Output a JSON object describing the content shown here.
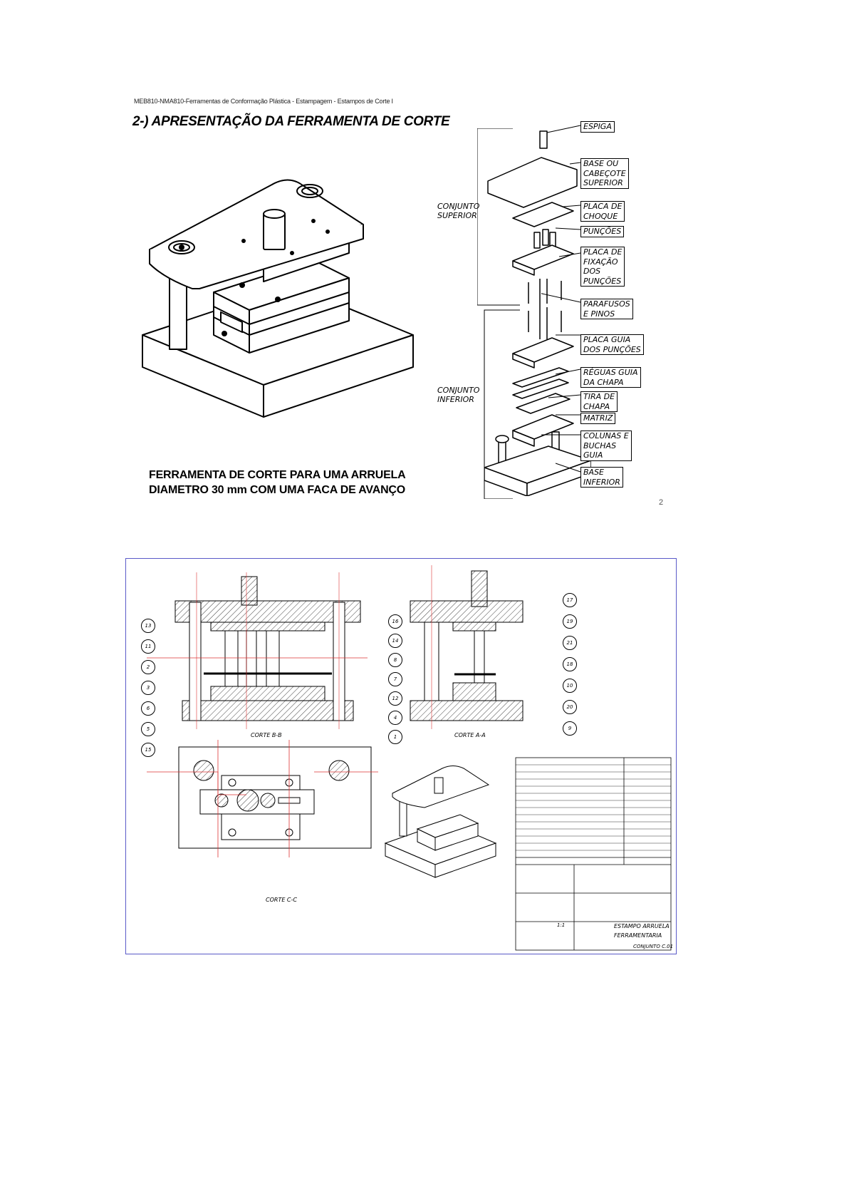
{
  "header": "MEB810-NMA810-Ferramentas de Conformação Plástica - Estampagem - Estampos de Corte I",
  "title": "2-) APRESENTAÇÃO DA FERRAMENTA DE CORTE",
  "caption": {
    "line1": "FERRAMENTA DE CORTE PARA UMA ARRUELA",
    "line2": "DIAMETRO 30 mm COM UMA FACA DE AVANÇO"
  },
  "page_number": "2",
  "exploded_view": {
    "group_upper": "CONJUNTO\nSUPERIOR",
    "group_lower": "CONJUNTO\nINFERIOR",
    "parts": [
      "ESPIGA",
      "BASE OU\nCABEÇOTE\nSUPERIOR",
      "PLACA DE\nCHOQUE",
      "PUNÇÕES",
      "PLACA DE\nFIXAÇÃO\nDOS\nPUNÇÕES",
      "PARAFUSOS\nE PINOS",
      "PLACA GUIA\nDOS PUNÇÕES",
      "RÉGUAS GUIA\nDA CHAPA",
      "TIRA DE\nCHAPA",
      "MATRIZ",
      "COLUNAS E\nBUCHAS\nGUIA",
      "BASE\nINFERIOR"
    ]
  },
  "technical_drawing": {
    "section_bb": "CORTE B-B",
    "section_aa": "CORTE A-A",
    "section_cc": "CORTE C-C",
    "balloons_left": [
      "13",
      "11",
      "2",
      "3",
      "6",
      "5",
      "15"
    ],
    "balloons_right_bb": [
      "16",
      "14",
      "8",
      "7",
      "12",
      "4",
      "1"
    ],
    "balloons_aa": [
      "17",
      "19",
      "21",
      "18",
      "10",
      "20",
      "9"
    ],
    "title_block": {
      "project": "ESTAMPO ARRUELA\nFERRAMENTARIA",
      "drawing": "CONJUNTO C.01",
      "scale": "1:1"
    }
  }
}
